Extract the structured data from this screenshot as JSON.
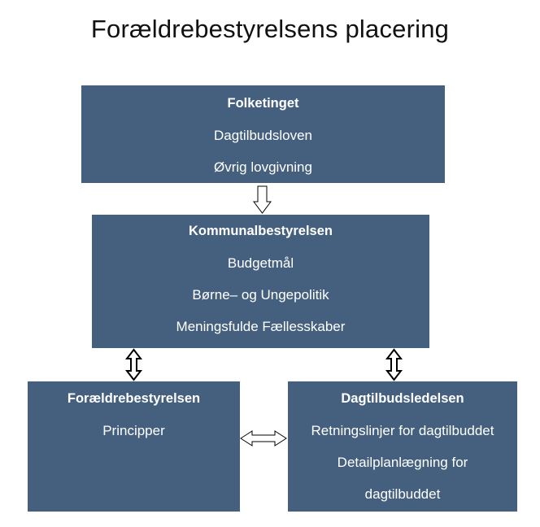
{
  "title": "Forældrebestyrelsens placering",
  "colors": {
    "box_fill": "#45607e",
    "box_text": "#ffffff",
    "arrow_stroke": "#000000"
  },
  "boxes": {
    "folketinget": {
      "heading": "Folketinget",
      "lines": [
        "Dagtilbudsloven",
        "Øvrig lovgivning"
      ]
    },
    "kommunalbestyrelsen": {
      "heading": "Kommunalbestyrelsen",
      "lines": [
        "Budgetmål",
        "Børne– og Ungepolitik",
        "Meningsfulde Fællesskaber"
      ]
    },
    "foraeldrebestyrelsen": {
      "heading": "Forældrebestyrelsen",
      "lines": [
        "Principper"
      ]
    },
    "dagtilbudsledelsen": {
      "heading": "Dagtilbudsledelsen",
      "lines": [
        "Retningslinjer for dagtilbuddet",
        "Detailplanlægning for",
        "dagtilbuddet"
      ]
    }
  },
  "connectors": [
    {
      "from": "folketinget",
      "to": "kommunalbestyrelsen",
      "type": "down-arrow"
    },
    {
      "from": "kommunalbestyrelsen",
      "to": "foraeldrebestyrelsen",
      "type": "up-down-arrow"
    },
    {
      "from": "kommunalbestyrelsen",
      "to": "dagtilbudsledelsen",
      "type": "up-down-arrow"
    },
    {
      "from": "foraeldrebestyrelsen",
      "to": "dagtilbudsledelsen",
      "type": "left-right-arrow"
    }
  ]
}
